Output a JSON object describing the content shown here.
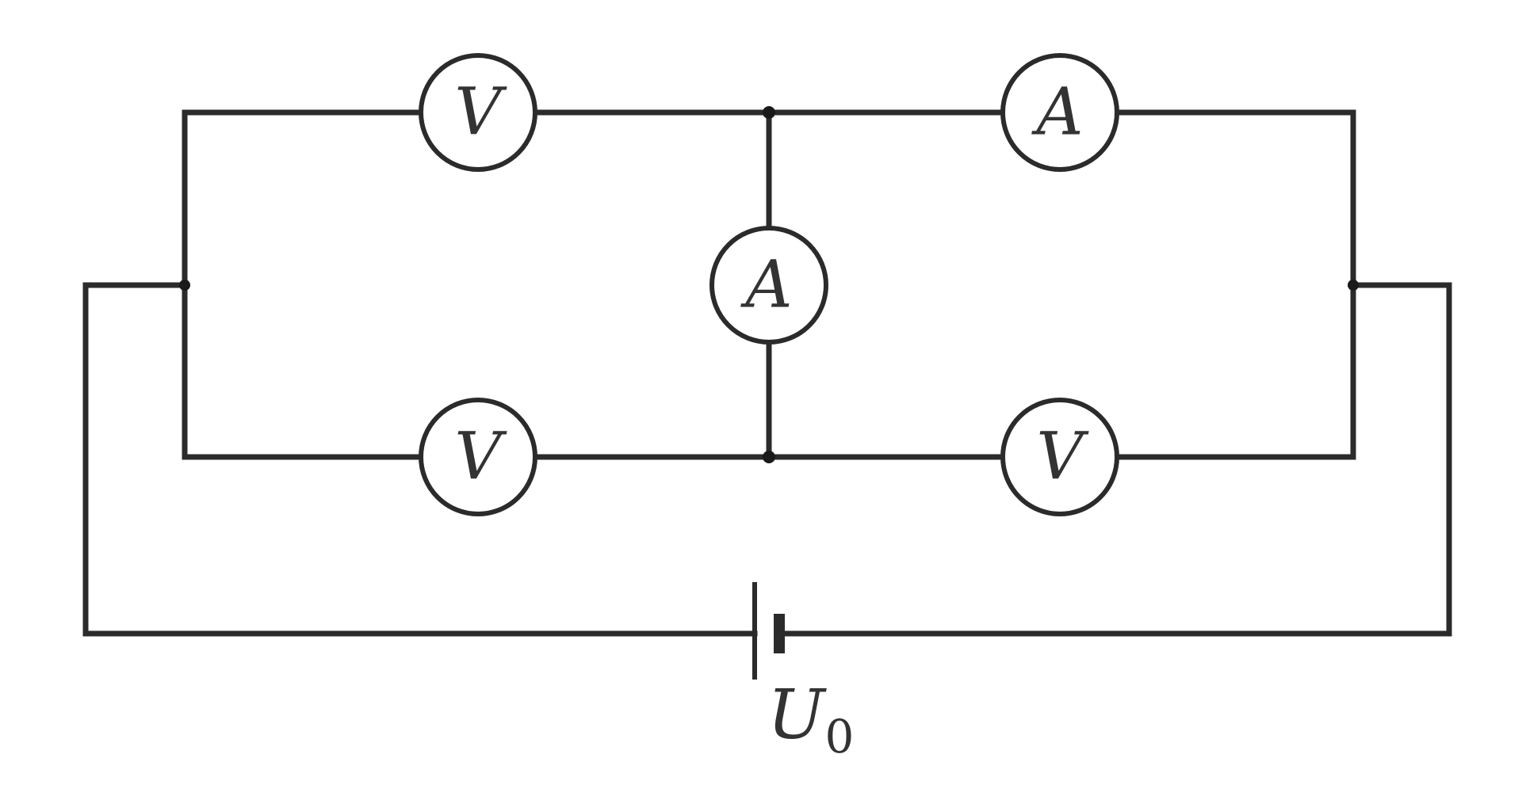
{
  "meters": {
    "top_left": "V",
    "top_right": "A",
    "middle": "A",
    "bottom_left": "V",
    "bottom_right": "V"
  },
  "source": {
    "symbol": "U",
    "subscript": "0"
  }
}
